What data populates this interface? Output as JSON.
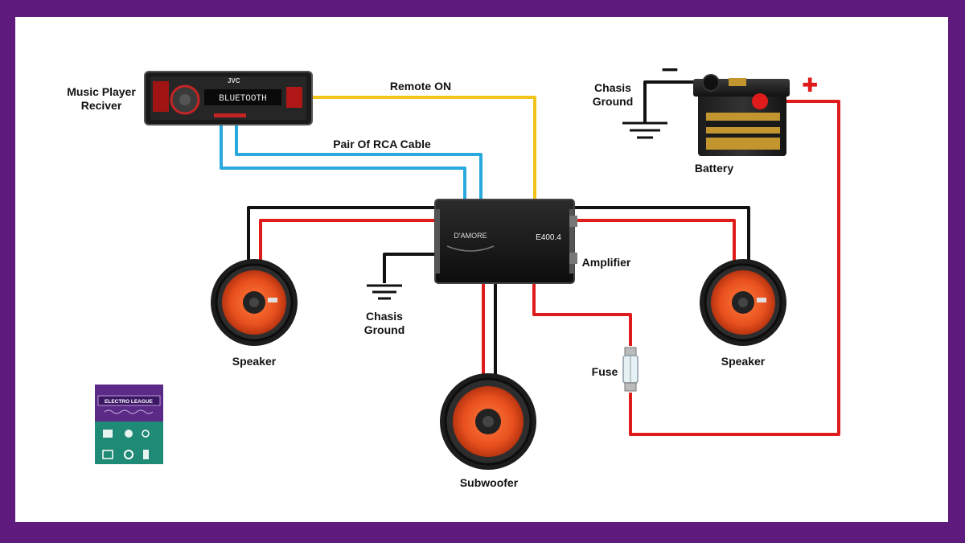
{
  "labels": {
    "music_player_line1": "Music Player",
    "music_player_line2": "Reciver",
    "remote_on": "Remote ON",
    "rca_cable": "Pair Of RCA Cable",
    "chasis_ground_top_line1": "Chasis",
    "chasis_ground_top_line2": "Ground",
    "battery": "Battery",
    "amplifier": "Amplifier",
    "chasis_ground_mid_line1": "Chasis",
    "chasis_ground_mid_line2": "Ground",
    "speaker_left": "Speaker",
    "speaker_right": "Speaker",
    "fuse": "Fuse",
    "subwoofer": "Subwoofer"
  },
  "battery_terminals": {
    "negative": "−",
    "positive": "✚"
  },
  "receiver": {
    "brand": "JVC",
    "display": "BLUETOOTH"
  },
  "amplifier_unit": {
    "brand": "D'AMORE",
    "model": "E400.4"
  },
  "logo": {
    "text": "ELECTRO LEAGUE"
  },
  "colors": {
    "frame": "#5e1a7c",
    "power_wire": "#e01b1b",
    "ground_wire": "#111111",
    "rca_wire": "#2aa9de",
    "remote_wire": "#f2c318",
    "speaker_cone": "#e8501e"
  }
}
